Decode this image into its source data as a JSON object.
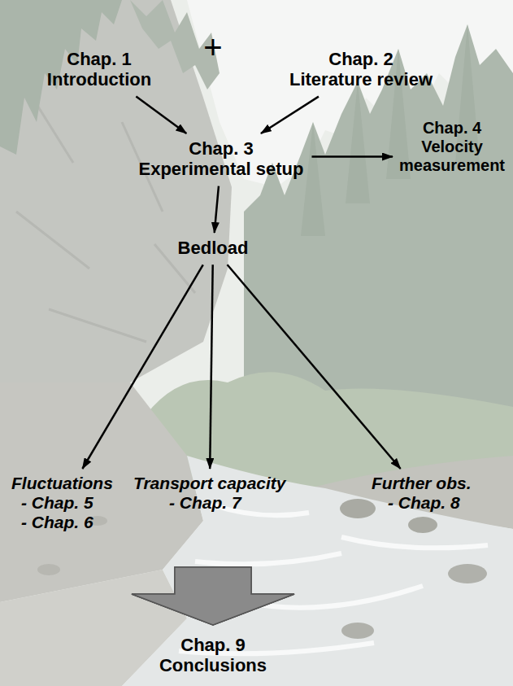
{
  "diagram": {
    "nodes": [
      {
        "text": [
          "Chap. 1 Introduction"
        ]
      },
      {
        "text": [
          "Chap. 2 Literature review"
        ]
      },
      {
        "text": [
          "Chap. 3 Experimental setup"
        ]
      },
      {
        "text": [
          "Chap. 4 Velocity measurement"
        ]
      },
      {
        "text": [
          "Bedload"
        ]
      },
      {
        "text": [
          "Fluctuations",
          "- Chap. 5",
          "- Chap. 6"
        ]
      },
      {
        "text": [
          "Transport capacity",
          "- Chap. 7"
        ]
      },
      {
        "text": [
          "Further obs.",
          "- Chap. 8"
        ]
      },
      {
        "text": [
          "Chap. 9 Conclusions"
        ]
      }
    ],
    "edges": [
      {
        "from": 0,
        "to": 2,
        "arrow": "to"
      },
      {
        "from": 1,
        "to": 2,
        "arrow": "to"
      },
      {
        "from": 2,
        "to": 3,
        "arrow": "to"
      },
      {
        "from": 2,
        "to": 4,
        "arrow": "to"
      },
      {
        "from": 4,
        "to": 5,
        "arrow": "to"
      },
      {
        "from": 4,
        "to": 6,
        "arrow": "to"
      },
      {
        "from": 4,
        "to": 7,
        "arrow": "to"
      },
      {
        "from": 5,
        "to": 8,
        "arrow": "to"
      },
      {
        "from": 6,
        "to": 8,
        "arrow": "to"
      },
      {
        "from": 7,
        "to": 8,
        "arrow": "to"
      }
    ],
    "labels": [
      "+"
    ]
  }
}
